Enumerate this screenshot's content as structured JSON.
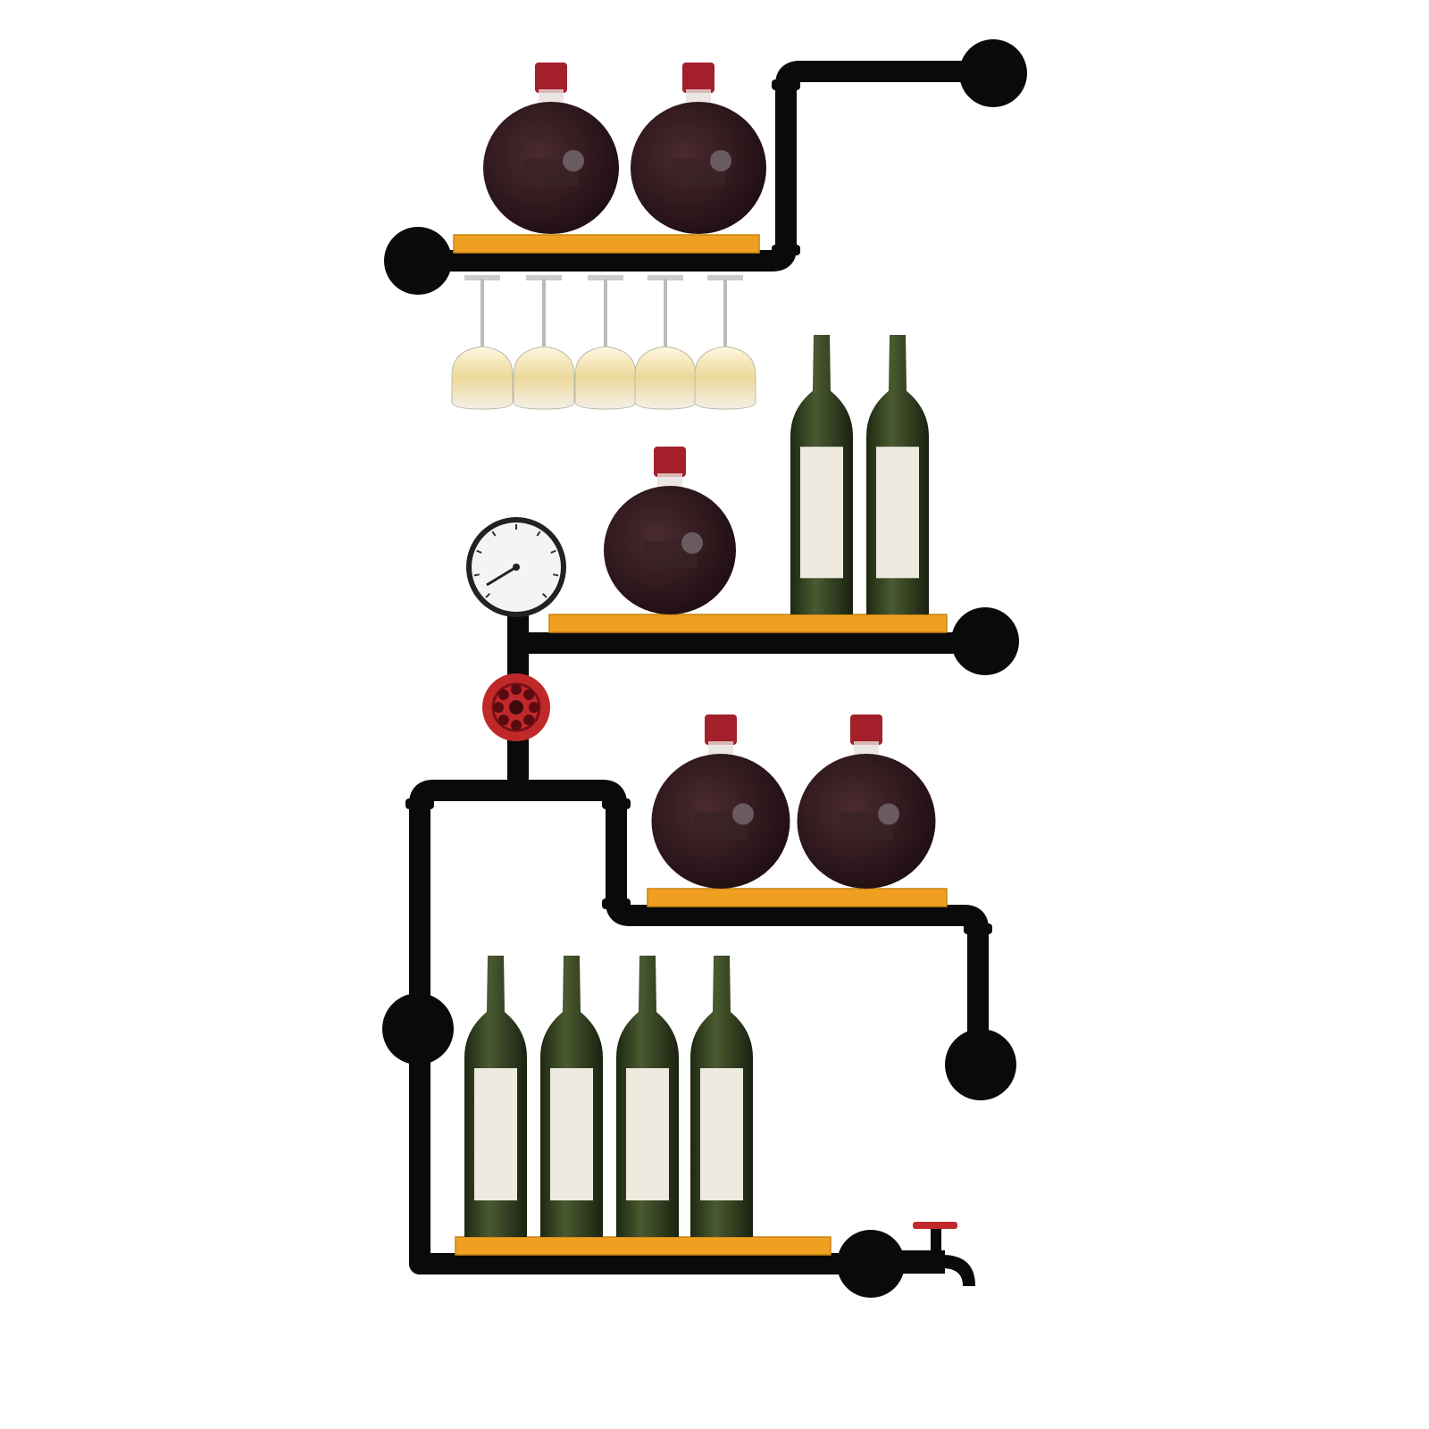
{
  "product": {
    "subject": "pipe-style-wine-rack",
    "shelf_count": 4,
    "wine_glass_count": 5,
    "round_bottle_count": 5,
    "tall_bottle_count": 6
  },
  "colors": {
    "pipe": "#0a0a0a",
    "shelf": "#f0a020",
    "shelf_edge": "#c98412",
    "bottle_green": "#2e3a1c",
    "round_bottle_wine": "#2a1418",
    "cap_red": "#a3202a",
    "glass_wine": "#e8d69a",
    "valve_red": "#c0282a",
    "background": "#ffffff"
  }
}
